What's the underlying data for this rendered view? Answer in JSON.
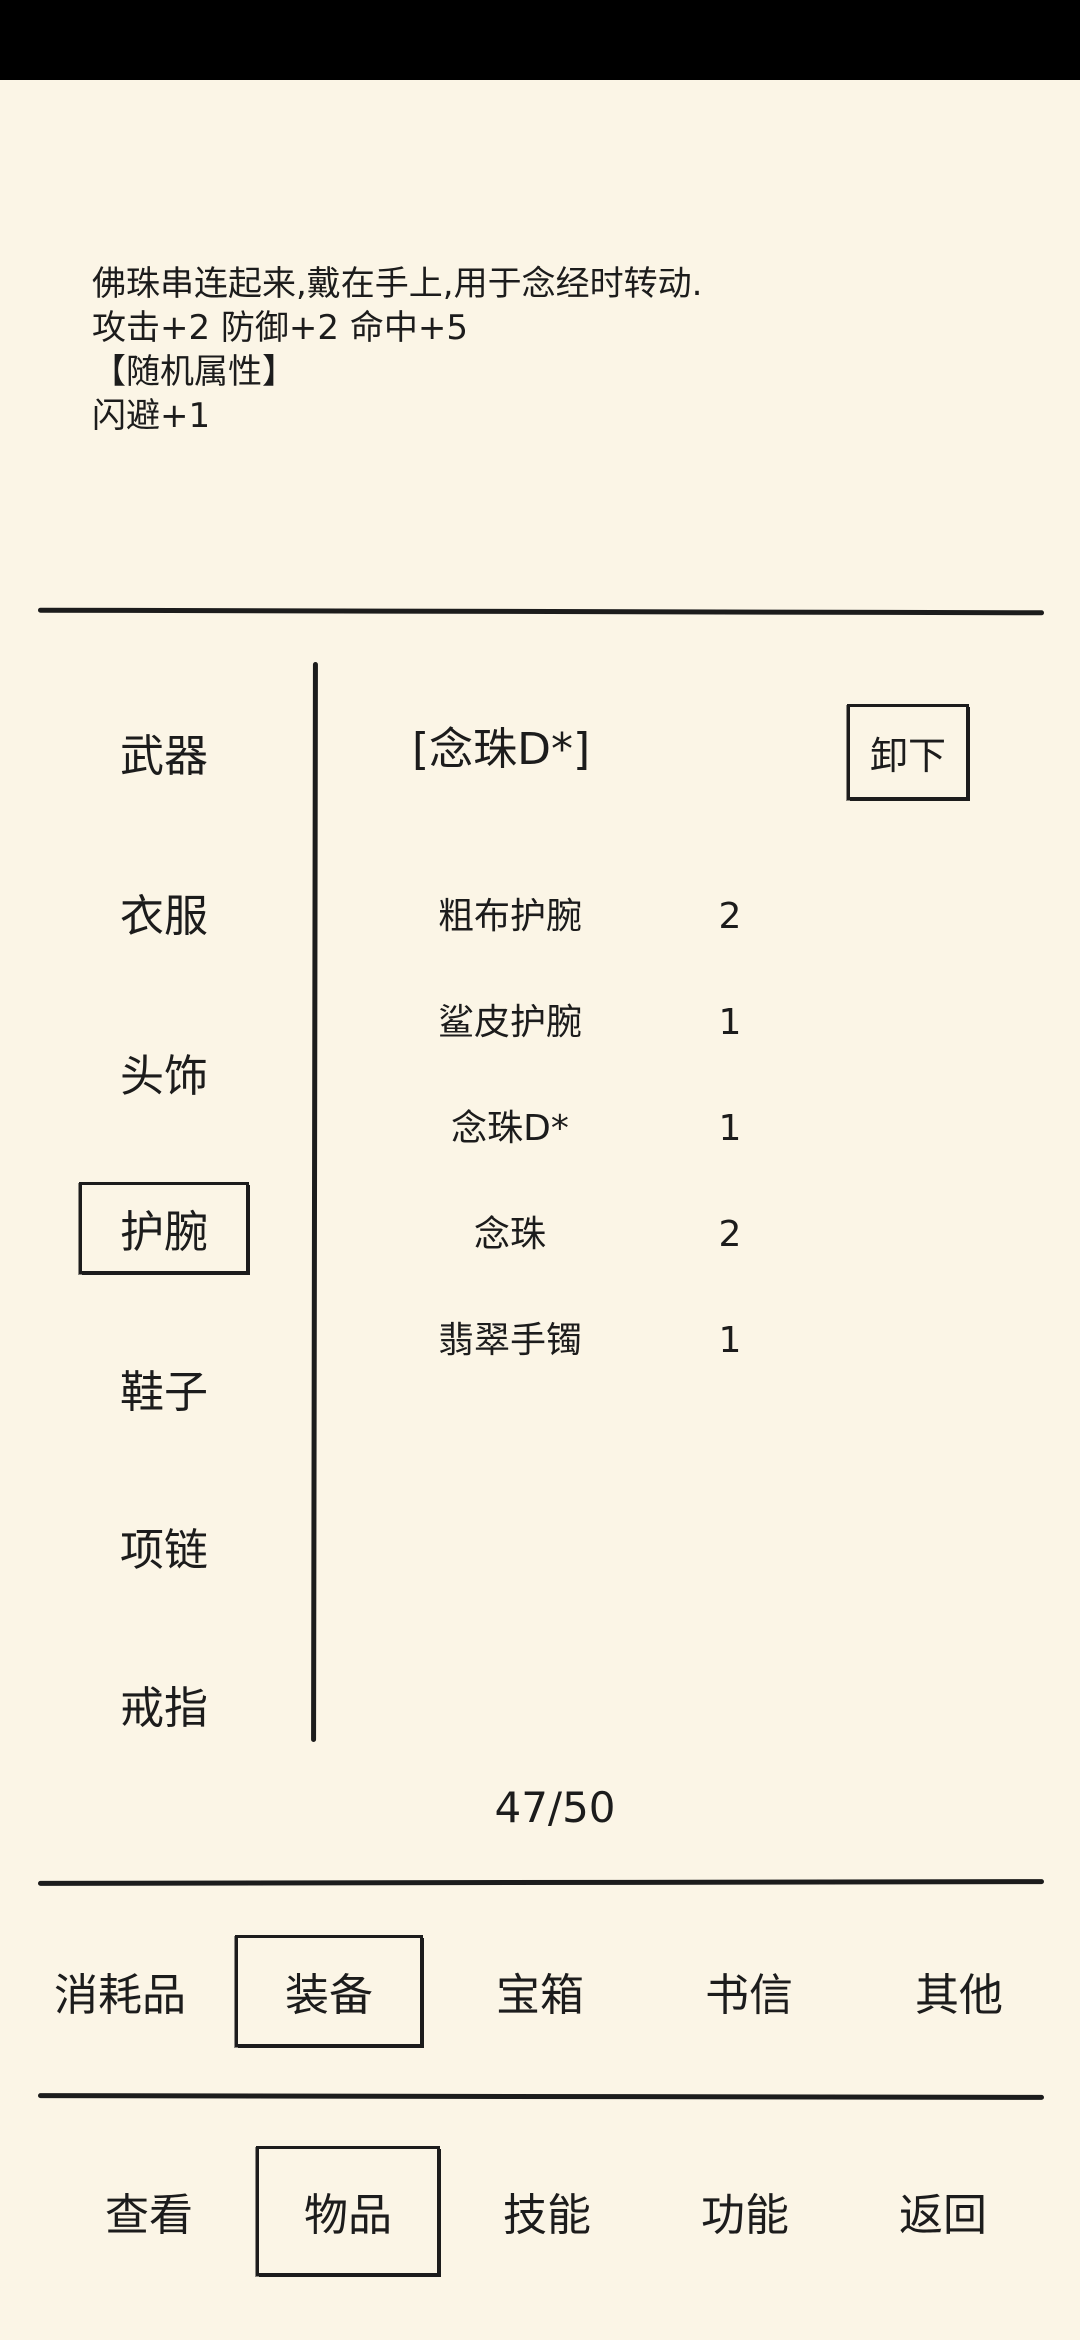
{
  "description": {
    "lines": [
      "佛珠串连起来,戴在手上,用于念经时转动.",
      "攻击+2 防御+2 命中+5",
      "【随机属性】",
      "闪避+1"
    ]
  },
  "categories": [
    {
      "label": "武器",
      "selected": false
    },
    {
      "label": "衣服",
      "selected": false
    },
    {
      "label": "头饰",
      "selected": false
    },
    {
      "label": "护腕",
      "selected": true
    },
    {
      "label": "鞋子",
      "selected": false
    },
    {
      "label": "项链",
      "selected": false
    },
    {
      "label": "戒指",
      "selected": false
    }
  ],
  "equipped": {
    "name": "[念珠D*]",
    "unequip_label": "卸下"
  },
  "items": [
    {
      "name": "粗布护腕",
      "count": "2"
    },
    {
      "name": "鲨皮护腕",
      "count": "1"
    },
    {
      "name": "念珠D*",
      "count": "1"
    },
    {
      "name": "念珠",
      "count": "2"
    },
    {
      "name": "翡翠手镯",
      "count": "1"
    }
  ],
  "capacity": "47/50",
  "item_tabs": [
    {
      "label": "消耗品",
      "selected": false
    },
    {
      "label": "装备",
      "selected": true
    },
    {
      "label": "宝箱",
      "selected": false
    },
    {
      "label": "书信",
      "selected": false
    },
    {
      "label": "其他",
      "selected": false
    }
  ],
  "nav": [
    {
      "label": "查看",
      "selected": false
    },
    {
      "label": "物品",
      "selected": true
    },
    {
      "label": "技能",
      "selected": false
    },
    {
      "label": "功能",
      "selected": false
    },
    {
      "label": "返回",
      "selected": false
    }
  ],
  "colors": {
    "paper": "#fbf5e6",
    "ink": "#1c1c1c",
    "status_bar": "#000000"
  }
}
